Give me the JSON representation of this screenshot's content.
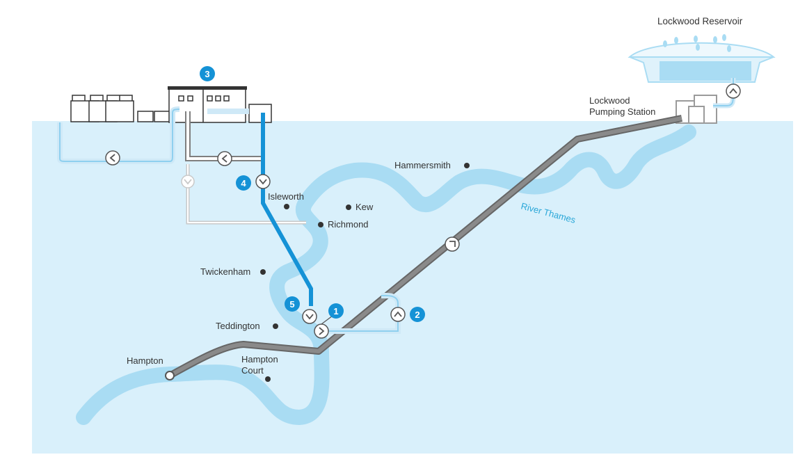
{
  "labels": {
    "reservoir": "Lockwood Reservoir",
    "pumping_station_line1": "Lockwood",
    "pumping_station_line2": "Pumping Station",
    "river": "River Thames",
    "hammersmith": "Hammersmith",
    "isleworth": "Isleworth",
    "kew": "Kew",
    "richmond": "Richmond",
    "twickenham": "Twickenham",
    "teddington": "Teddington",
    "hampton": "Hampton",
    "hampton_court_line1": "Hampton",
    "hampton_court_line2": "Court"
  },
  "steps": [
    "1",
    "2",
    "3",
    "4",
    "5"
  ],
  "colors": {
    "ground": "#d9f0fb",
    "river": "#a9dcf3",
    "accent": "#1592d6",
    "tunnel": "#7f7f7f",
    "pipe": "#cfe9f7"
  },
  "icons": {
    "valve_left": "chevron-left-icon",
    "valve_right": "chevron-right-icon",
    "valve_up": "chevron-up-icon",
    "valve_down": "chevron-down-icon"
  }
}
